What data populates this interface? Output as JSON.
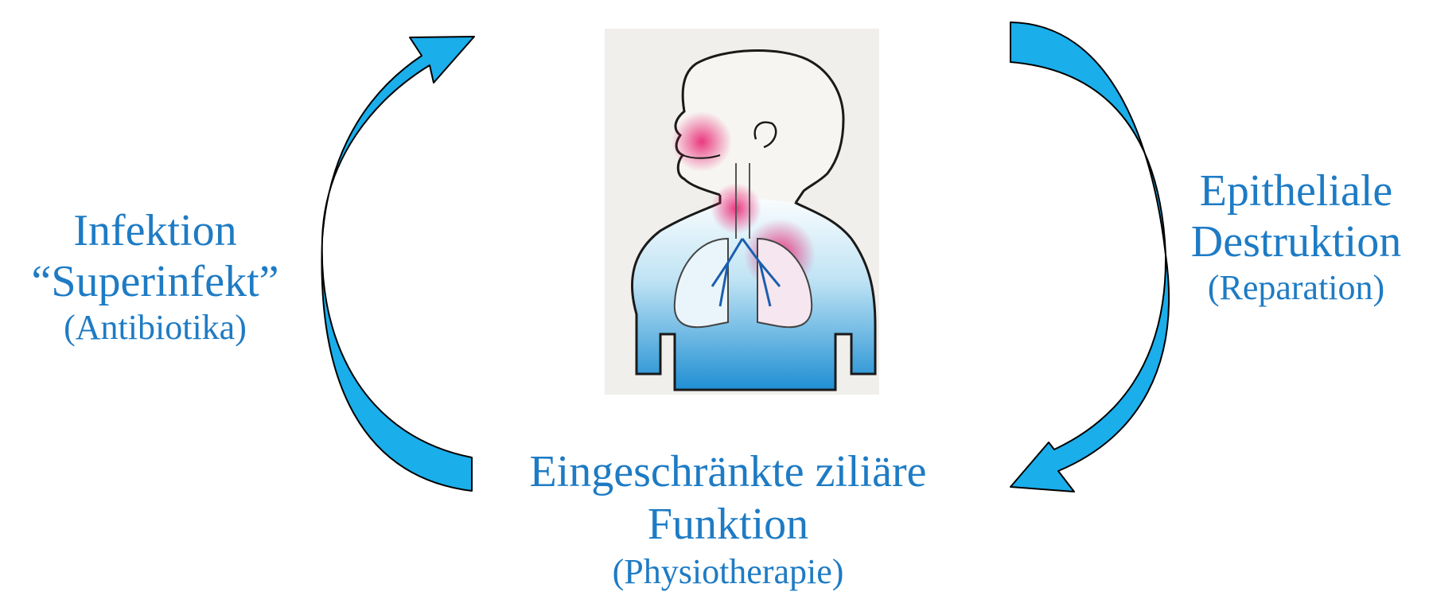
{
  "cycle": {
    "left": {
      "lines": [
        "Infektion",
        "“Superinfekt”"
      ],
      "note": "(Antibiotika)"
    },
    "right": {
      "lines": [
        "Epitheliale",
        "Destruktion"
      ],
      "note": "(Reparation)"
    },
    "bottom": {
      "lines": [
        "Eingeschränkte ziliäre",
        "Funktion"
      ],
      "note": "(Physiotherapie)"
    },
    "arrow_color": "#1aa3e6",
    "arrow_dark": "#0b6fb3",
    "text_color": "#1e7bc4"
  }
}
